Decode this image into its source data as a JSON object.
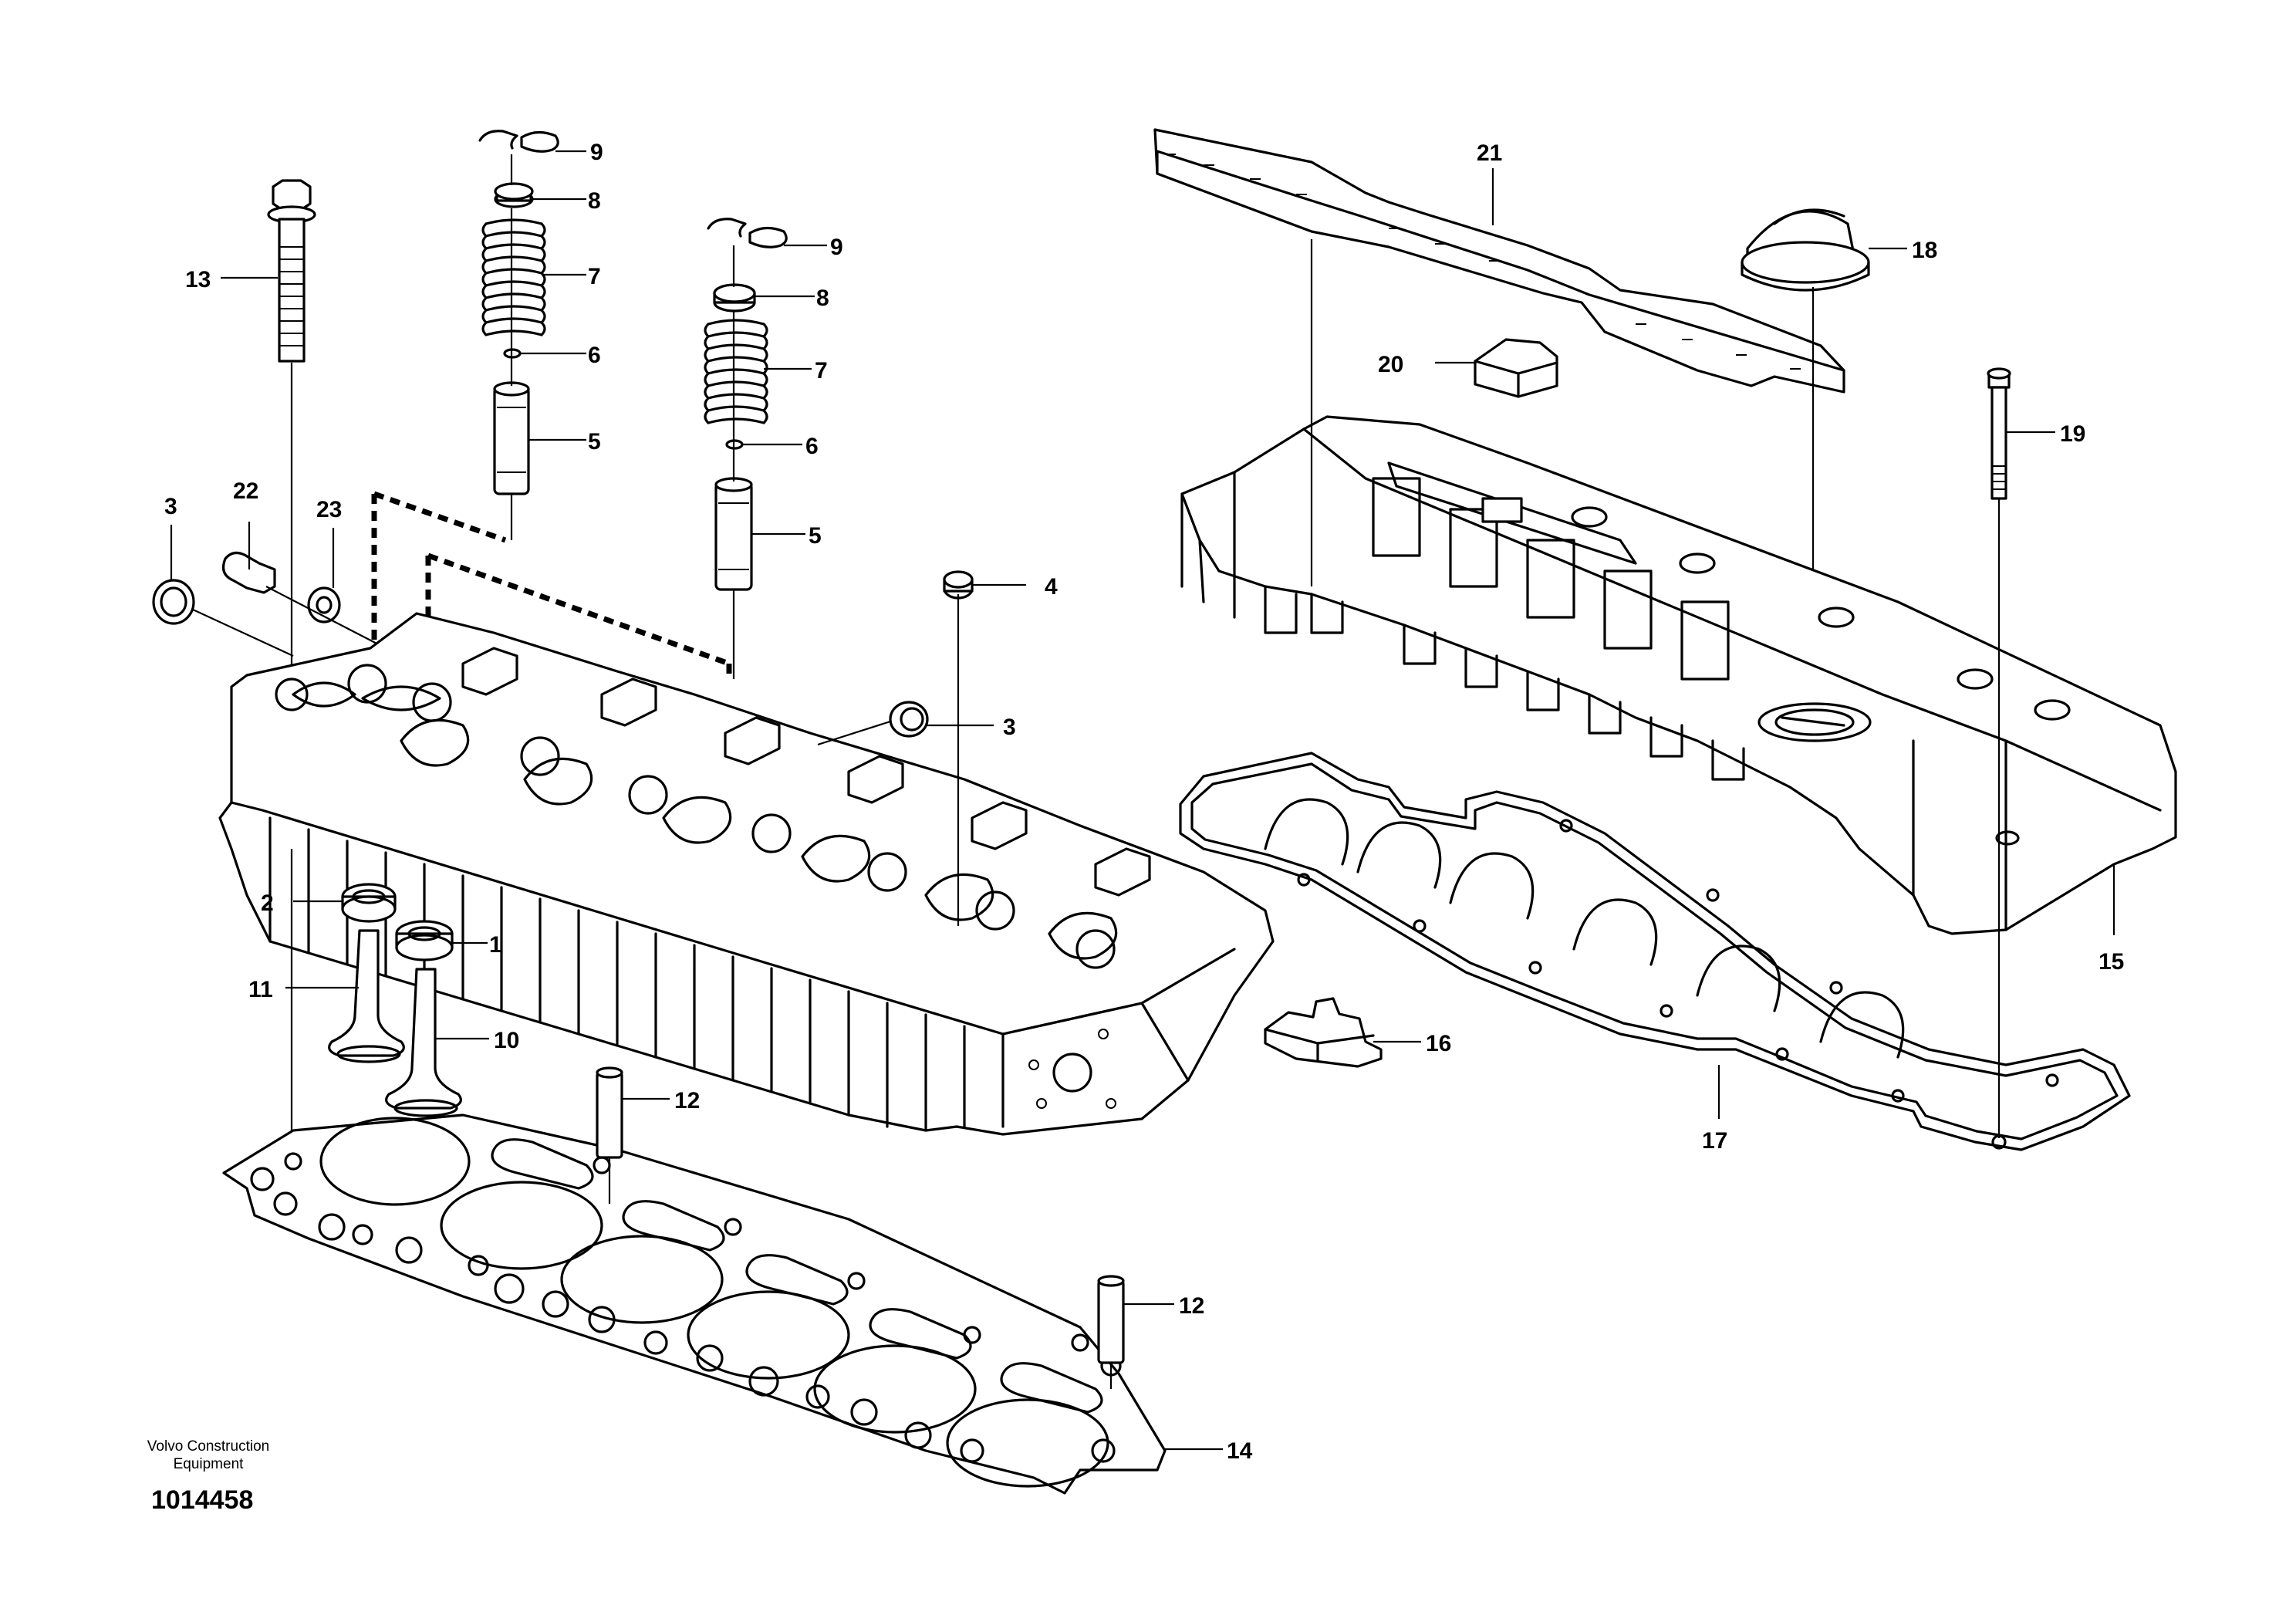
{
  "footer": {
    "company_line1": "Volvo Construction",
    "company_line2": "Equipment",
    "document_number": "1014458"
  },
  "callouts": [
    {
      "id": "c9a",
      "text": "9"
    },
    {
      "id": "c8a",
      "text": "8"
    },
    {
      "id": "c7a",
      "text": "7"
    },
    {
      "id": "c6a",
      "text": "6"
    },
    {
      "id": "c5a",
      "text": "5"
    },
    {
      "id": "c9b",
      "text": "9"
    },
    {
      "id": "c8b",
      "text": "8"
    },
    {
      "id": "c7b",
      "text": "7"
    },
    {
      "id": "c6b",
      "text": "6"
    },
    {
      "id": "c5b",
      "text": "5"
    },
    {
      "id": "c13",
      "text": "13"
    },
    {
      "id": "c22",
      "text": "22"
    },
    {
      "id": "c23",
      "text": "23"
    },
    {
      "id": "c3a",
      "text": "3"
    },
    {
      "id": "c4",
      "text": "4"
    },
    {
      "id": "c3b",
      "text": "3"
    },
    {
      "id": "c2",
      "text": "2"
    },
    {
      "id": "c1",
      "text": "1"
    },
    {
      "id": "c11",
      "text": "11"
    },
    {
      "id": "c10",
      "text": "10"
    },
    {
      "id": "c12a",
      "text": "12"
    },
    {
      "id": "c12b",
      "text": "12"
    },
    {
      "id": "c14",
      "text": "14"
    },
    {
      "id": "c21",
      "text": "21"
    },
    {
      "id": "c18",
      "text": "18"
    },
    {
      "id": "c20",
      "text": "20"
    },
    {
      "id": "c19",
      "text": "19"
    },
    {
      "id": "c15",
      "text": "15"
    },
    {
      "id": "c16",
      "text": "16"
    },
    {
      "id": "c17",
      "text": "17"
    }
  ]
}
